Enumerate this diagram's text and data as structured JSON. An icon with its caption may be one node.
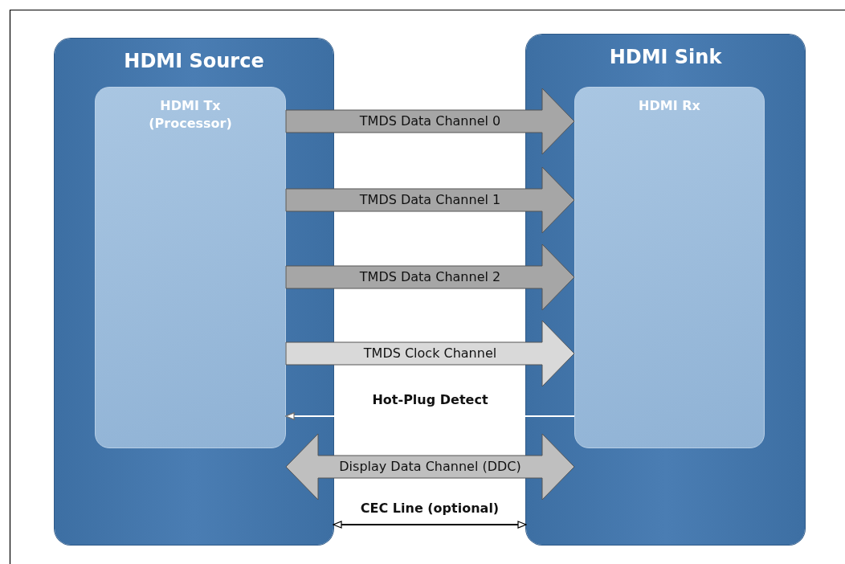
{
  "diagram": {
    "nodes": [
      {
        "text": [
          "HDMI Source"
        ]
      },
      {
        "text": [
          "HDMI Tx (Processor)"
        ],
        "in": 0
      },
      {
        "text": [
          "HDMI Sink"
        ]
      },
      {
        "text": [
          "HDMI Rx"
        ],
        "in": 2
      }
    ],
    "edges": [
      {
        "from": 1,
        "to": 3,
        "arrow": "to",
        "label": "TMDS Data Channel 0",
        "style": "thick",
        "color": "#a6a6a6"
      },
      {
        "from": 1,
        "to": 3,
        "arrow": "to",
        "label": "TMDS Data Channel 1",
        "style": "thick",
        "color": "#a6a6a6"
      },
      {
        "from": 1,
        "to": 3,
        "arrow": "to",
        "label": "TMDS Data Channel 2",
        "style": "thick",
        "color": "#a6a6a6"
      },
      {
        "from": 1,
        "to": 3,
        "arrow": "to",
        "label": "TMDS Clock Channel",
        "style": "thick",
        "color": "#d9d9d9"
      },
      {
        "from": 3,
        "to": 1,
        "arrow": "to",
        "label": "Hot-Plug Detect",
        "color": "#ffffff"
      },
      {
        "from": 1,
        "to": 3,
        "arrow": "both",
        "label": "Display Data Channel (DDC)",
        "style": "thick",
        "color": "#bfbfbf"
      },
      {
        "from": 0,
        "to": 2,
        "arrow": "both",
        "label": "CEC Line (optional)",
        "color": "#000000"
      }
    ]
  }
}
